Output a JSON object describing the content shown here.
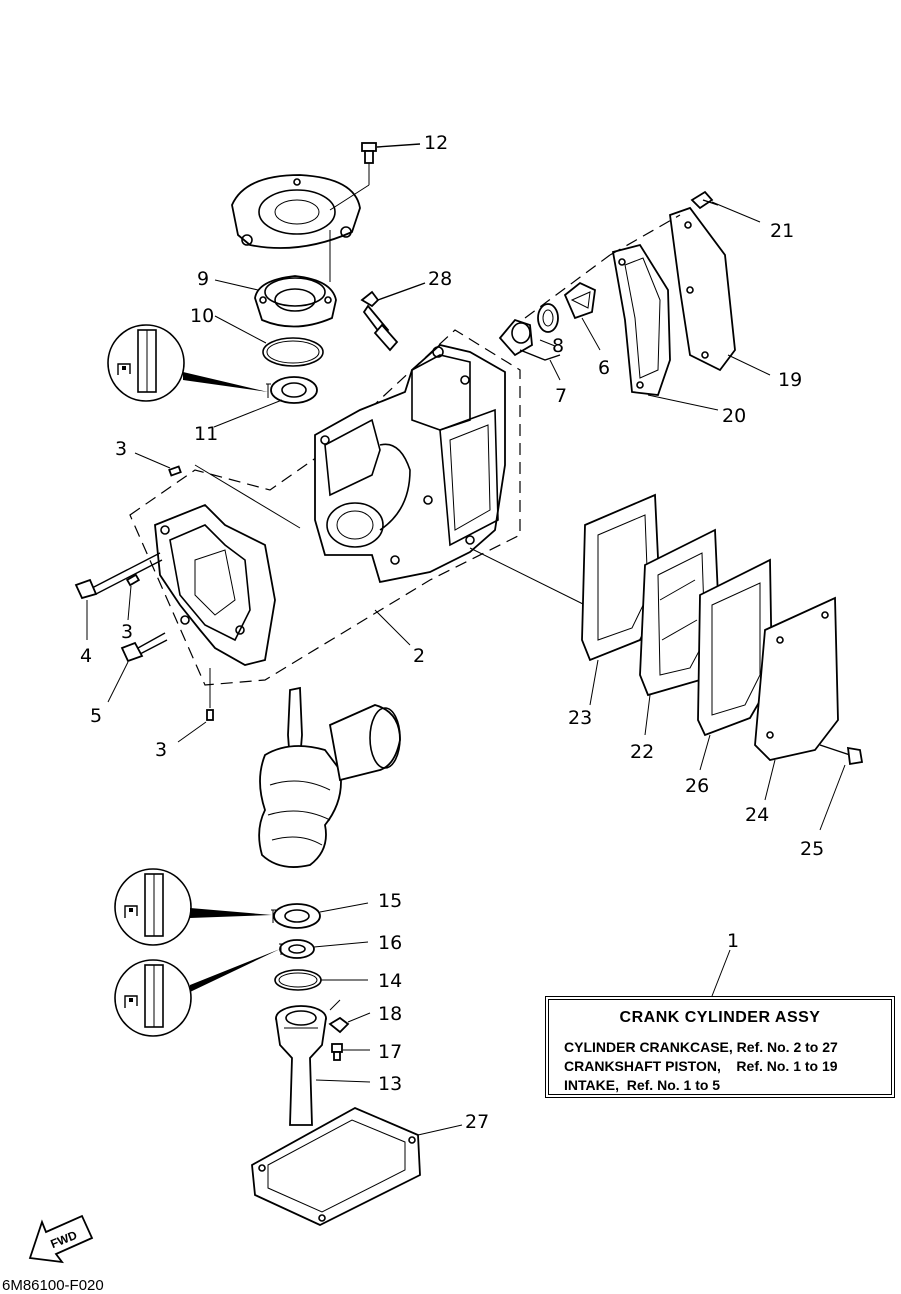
{
  "parts": {
    "p1": "1",
    "p2": "2",
    "p3a": "3",
    "p3b": "3",
    "p3c": "3",
    "p4": "4",
    "p5": "5",
    "p6": "6",
    "p7": "7",
    "p8": "8",
    "p9": "9",
    "p10": "10",
    "p11": "11",
    "p12": "12",
    "p13": "13",
    "p14": "14",
    "p15": "15",
    "p16": "16",
    "p17": "17",
    "p18": "18",
    "p19": "19",
    "p20": "20",
    "p21": "21",
    "p22": "22",
    "p23": "23",
    "p24": "24",
    "p25": "25",
    "p26": "26",
    "p27": "27",
    "p28": "28"
  },
  "reference_box": {
    "title": "CRANK CYLINDER ASSY",
    "lines": [
      "CYLINDER CRANKCASE, Ref. No. 2 to 27",
      "CRANKSHAFT PISTON,    Ref. No. 1 to 19",
      "INTAKE,  Ref. No. 1 to 5"
    ]
  },
  "fwd_label": "FWD",
  "figure_code": "6M86100-F020",
  "icons": [
    "grease-callout-icon",
    "fwd-arrow-icon"
  ]
}
